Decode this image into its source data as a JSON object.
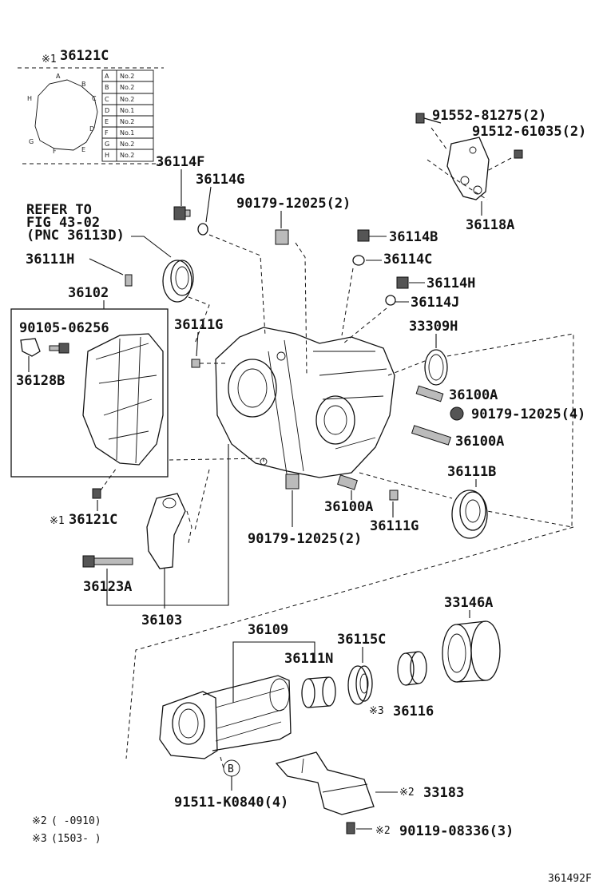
{
  "labels": {
    "p36121C_top": "36121C",
    "p36114F": "36114F",
    "p36114G": "36114G",
    "p90179_12025_top": "90179-12025(2)",
    "p91552": "91552-81275(2)",
    "p91512": "91512-61035(2)",
    "p36118A": "36118A",
    "refer1": "REFER TO",
    "refer2": "FIG 43-02",
    "refer3": "(PNC 36113D)",
    "p36111H": "36111H",
    "p36114B": "36114B",
    "p36114C": "36114C",
    "p36114H": "36114H",
    "p36114J": "36114J",
    "p36102": "36102",
    "p90105": "90105-06256",
    "p36128B": "36128B",
    "p36111G_a": "36111G",
    "p33309H": "33309H",
    "p36100A_a": "36100A",
    "p90179_12025_4": "90179-12025(4)",
    "p36100A_b": "36100A",
    "p36111B": "36111B",
    "p36121C_low": "36121C",
    "p36100A_c": "36100A",
    "p36111G_b": "36111G",
    "p90179_12025_bot": "90179-12025(2)",
    "p36123A": "36123A",
    "p36103": "36103",
    "p33146A": "33146A",
    "p36109": "36109",
    "p36115C": "36115C",
    "p36111N": "36111N",
    "p36116": "36116",
    "p33183": "33183",
    "p91511": "91511-K0840(4)",
    "p90119": "90119-08336(3)",
    "p_bubble_b": "B",
    "note2": "(      -0910)",
    "note3": "(1503-      )",
    "figure_id": "361492F"
  },
  "marks": {
    "m1_top": "※1",
    "m1_low": "※1",
    "m3": "※3",
    "m2_33183": "※2",
    "m2_90119": "※2",
    "note2_mark": "※2",
    "note3_mark": "※3"
  },
  "inset_table": {
    "rows": [
      {
        "key": "A",
        "val": "No.2"
      },
      {
        "key": "B",
        "val": "No.2"
      },
      {
        "key": "C",
        "val": "No.2"
      },
      {
        "key": "D",
        "val": "No.1"
      },
      {
        "key": "E",
        "val": "No.2"
      },
      {
        "key": "F",
        "val": "No.1"
      },
      {
        "key": "G",
        "val": "No.2"
      },
      {
        "key": "H",
        "val": "No.2"
      }
    ]
  },
  "inset_points": [
    "A",
    "B",
    "C",
    "D",
    "E",
    "F",
    "G",
    "H"
  ]
}
